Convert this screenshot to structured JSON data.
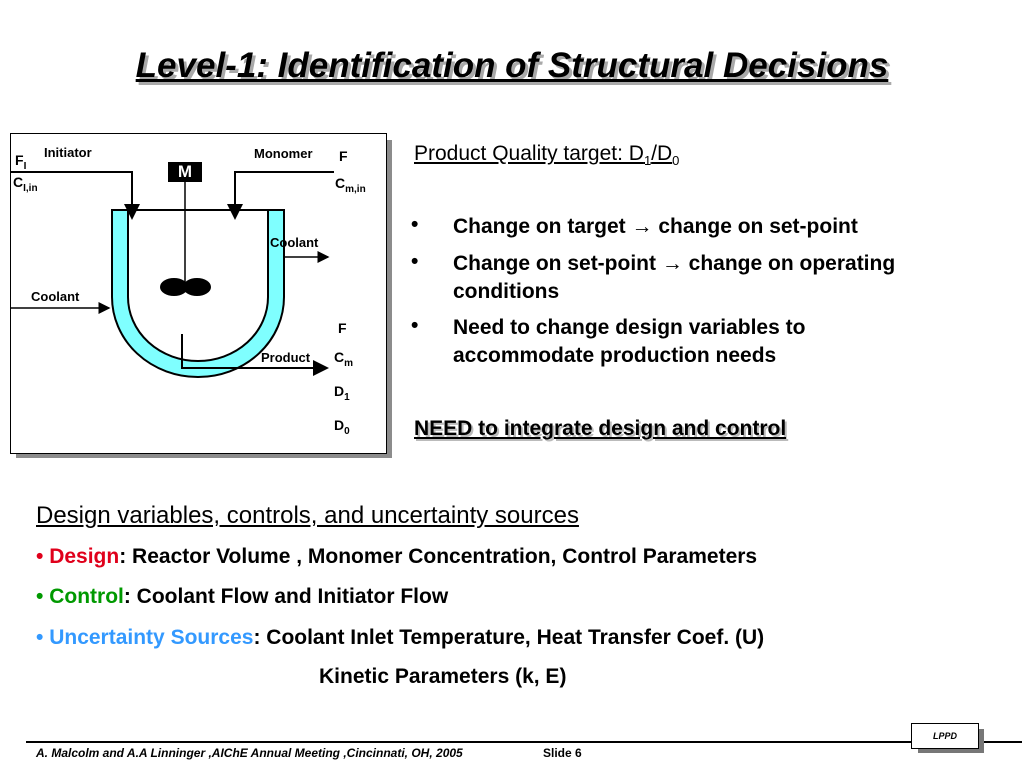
{
  "slide": {
    "title": "Level-1: Identification of Structural Decisions"
  },
  "diagram": {
    "initiator_label": "Initiator",
    "monomer_label": "Monomer",
    "mixer_label": "M",
    "coolant_out_label": "Coolant",
    "coolant_in_label": "Coolant",
    "product_label": "Product",
    "inlet_left": {
      "f": "F",
      "f_sub": "I",
      "c": "C",
      "c_sub": "I,in"
    },
    "inlet_right": {
      "f": "F",
      "c": "C",
      "c_sub": "m,in"
    },
    "outlet": {
      "f": "F",
      "c": "C",
      "c_sub": "m",
      "d1": "D",
      "d1_sub": "1",
      "d0": "D",
      "d0_sub": "0"
    },
    "colors": {
      "jacket": "#7fffff"
    }
  },
  "right": {
    "quality_target": {
      "text": "Product Quality target: D",
      "sub1": "1",
      "slash": "/D",
      "sub0": "0"
    },
    "bullets": [
      {
        "dot": "•",
        "pre": "Change on target ",
        "arrow": "→",
        "post": " change on set-point"
      },
      {
        "dot": "•",
        "pre": "Change on set-point ",
        "arrow": "→",
        "post": " change on operating conditions"
      },
      {
        "dot": "•",
        "text": "Need to change design variables to accommodate production needs"
      }
    ],
    "integrate": "NEED to integrate design and control"
  },
  "design_section": {
    "header": "Design variables, controls, and uncertainty sources",
    "design": {
      "dot": "•",
      "label": "Design",
      "text": ": Reactor Volume , Monomer Concentration, Control Parameters"
    },
    "control": {
      "dot": "•",
      "label": "Control",
      "text": ": Coolant Flow and Initiator Flow"
    },
    "uncertainty": {
      "dot": "•",
      "label": "Uncertainty Sources",
      "text": ": Coolant Inlet Temperature, Heat Transfer Coef. (U)",
      "text2": "Kinetic Parameters (k, E)"
    },
    "colors": {
      "design": "#e0001b",
      "control": "#009900",
      "uncertainty": "#3399ff"
    }
  },
  "footer": {
    "authors": "A. Malcolm and A.A Linninger ,AIChE Annual Meeting ,Cincinnati, OH, 2005",
    "slide_number": "Slide 6",
    "logo": "LPPD"
  }
}
